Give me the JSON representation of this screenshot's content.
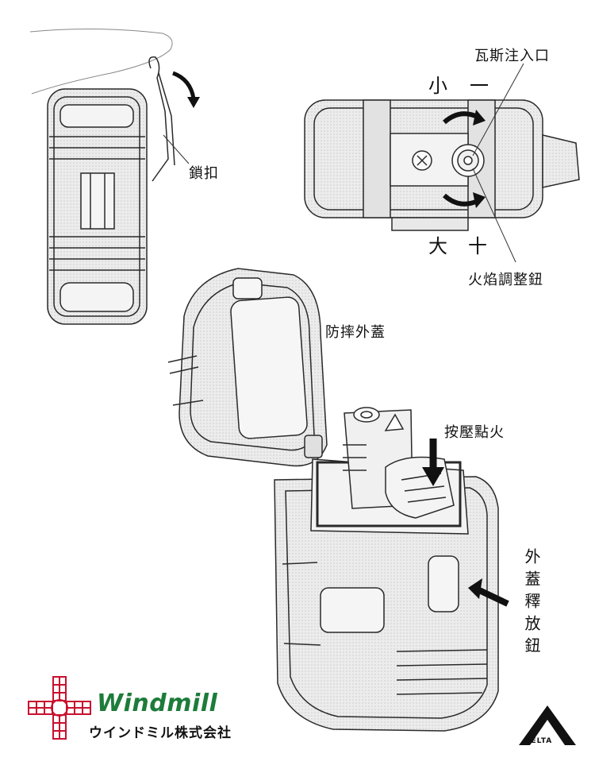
{
  "labels": {
    "gas_inlet": "瓦斯注入口",
    "small": "小",
    "minus": "一",
    "large": "大",
    "plus": "十",
    "flame_knob": "火焰調整鈕",
    "clip": "鎖扣",
    "shock_cover": "防摔外蓋",
    "press_ignite": "按壓點火",
    "cover_release": "外蓋釋放鈕"
  },
  "brand": {
    "name": "Windmill",
    "company": "ウインドミル株式会社",
    "logo_text": "DELTA"
  },
  "colors": {
    "line": "#2a2a2a",
    "fill": "#e6e6e6",
    "brand_green": "#1d7c3a",
    "brand_red": "#c8102e"
  }
}
